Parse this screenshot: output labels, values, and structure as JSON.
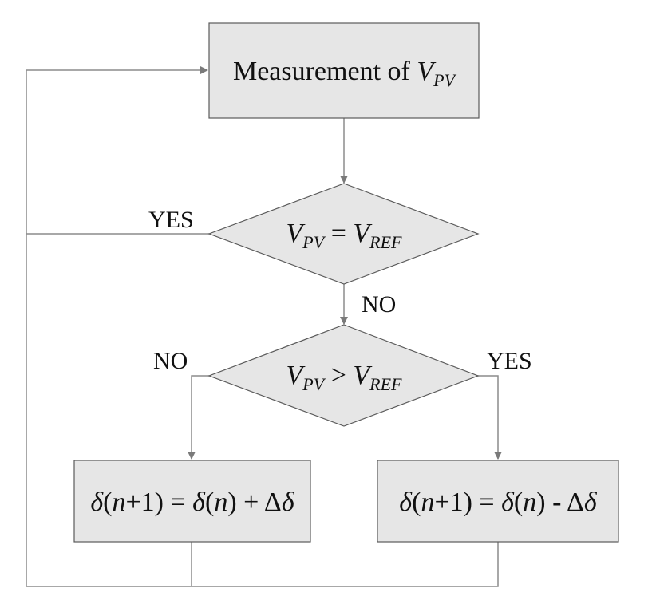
{
  "nodes": {
    "measure": {
      "text": "Measurement of ",
      "var": "V",
      "sub": "PV"
    },
    "decision1": {
      "lhs_var": "V",
      "lhs_sub": "PV",
      "op": " = ",
      "rhs_var": "V",
      "rhs_sub": "REF"
    },
    "decision2": {
      "lhs_var": "V",
      "lhs_sub": "PV",
      "op": " > ",
      "rhs_var": "V",
      "rhs_sub": "REF"
    },
    "increase": {
      "delta": "δ",
      "open1": "(",
      "n": "n",
      "plus1": "+1) = ",
      "open2": "(",
      "close2": ") + Δ"
    },
    "decrease": {
      "delta": "δ",
      "open1": "(",
      "n": "n",
      "plus1": "+1) = ",
      "open2": "(",
      "close2": ") - Δ"
    }
  },
  "labels": {
    "d1_yes": "YES",
    "d1_no": "NO",
    "d2_no": "NO",
    "d2_yes": "YES"
  }
}
